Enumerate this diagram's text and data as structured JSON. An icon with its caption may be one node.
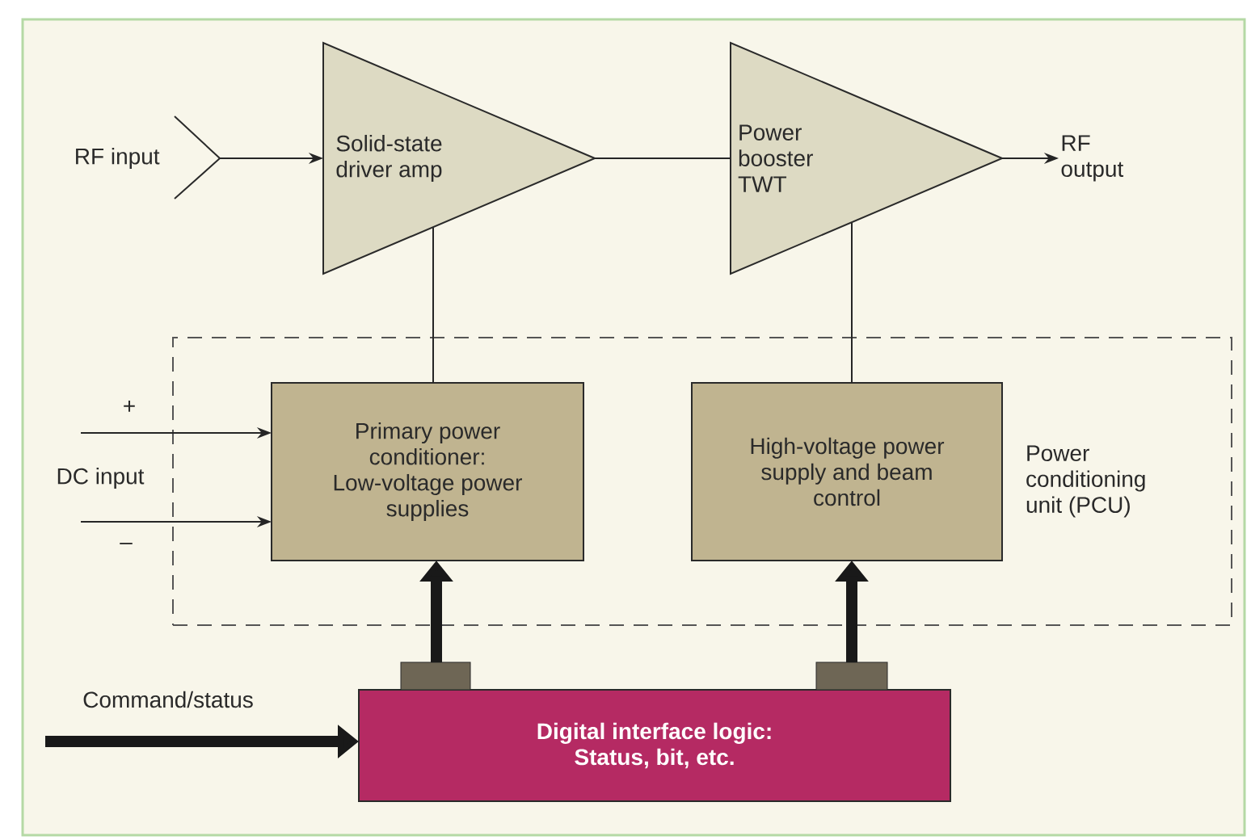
{
  "diagram": {
    "nodes": [
      {
        "text": [
          "RF input"
        ]
      },
      {
        "text": [
          "Solid-state driver amp"
        ]
      },
      {
        "text": [
          "Power booster TWT"
        ]
      },
      {
        "text": [
          "RF output"
        ]
      },
      {
        "text": [
          "Power conditioning unit (PCU)"
        ]
      },
      {
        "text": [
          "Primary power conditioner: Low-voltage power supplies"
        ],
        "in": 4
      },
      {
        "text": [
          "High-voltage power supply and beam control"
        ],
        "in": 4
      },
      {
        "text": [
          "Digital interface logic: Status, bit, etc."
        ]
      }
    ],
    "edges": [
      {
        "from": 0,
        "to": 1,
        "arrow": "to"
      },
      {
        "from": 1,
        "to": 2,
        "arrow": "none"
      },
      {
        "from": 2,
        "to": 3,
        "arrow": "to"
      },
      {
        "from": 5,
        "to": 1,
        "arrow": "none"
      },
      {
        "from": 6,
        "to": 2,
        "arrow": "none"
      },
      {
        "from": null,
        "to": 5,
        "arrow": "to",
        "label": "+"
      },
      {
        "from": null,
        "to": 5,
        "arrow": "to",
        "label": "–"
      },
      {
        "from": 7,
        "to": 5,
        "arrow": "to",
        "style": "thick"
      },
      {
        "from": 7,
        "to": 6,
        "arrow": "to",
        "style": "thick"
      },
      {
        "from": null,
        "to": 7,
        "arrow": "to",
        "style": "thick",
        "label": "Command/status"
      }
    ],
    "labels": [
      "DC input"
    ]
  }
}
